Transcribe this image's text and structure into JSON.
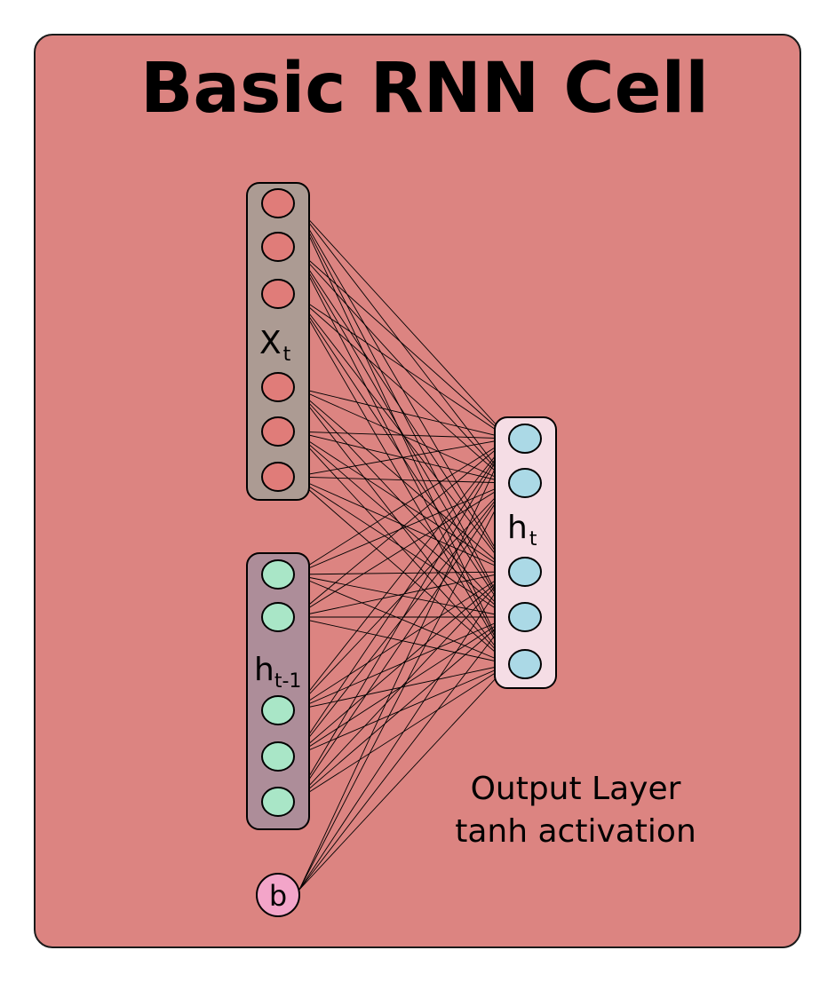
{
  "title": "Basic RNN Cell",
  "colors": {
    "panel": "#dc8481",
    "input_group": "#ac9b93",
    "hidden_prev_group": "#ad8d99",
    "output_group": "#f5dde5",
    "input_node": "#e07c79",
    "hidden_prev_node": "#a9e6c7",
    "output_node": "#abd9e6",
    "bias_node": "#f3a5c9"
  },
  "input_group": {
    "label_main": "X",
    "label_sub": "t"
  },
  "hidden_prev_group": {
    "label_main": "h",
    "label_sub": "t-1"
  },
  "output_group": {
    "label_main": "h",
    "label_sub": "t"
  },
  "bias": {
    "label": "b"
  },
  "output_caption": {
    "line1": "Output Layer",
    "line2": "tanh activation"
  }
}
